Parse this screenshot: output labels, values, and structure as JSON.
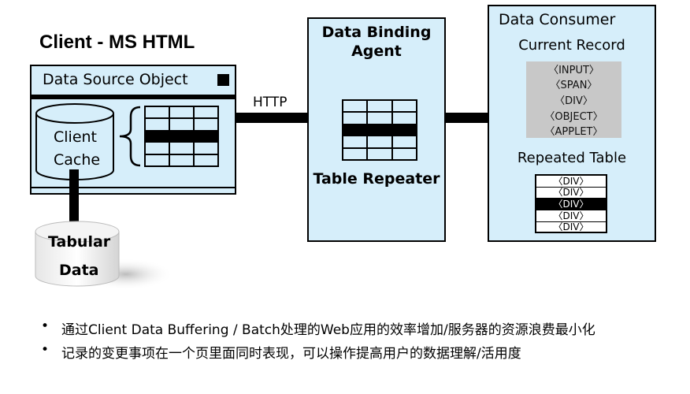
{
  "client_title": "Client  -  MS HTML",
  "dso": {
    "title": "Data Source Object"
  },
  "client_cache": {
    "line1": "Client",
    "line2": "Cache"
  },
  "tabular_data": {
    "line1": "Tabular",
    "line2": "Data"
  },
  "http_label": "HTTP",
  "agent": {
    "line1": "Data Binding",
    "line2": "Agent",
    "repeater": "Table Repeater"
  },
  "consumer": {
    "title": "Data Consumer",
    "current_record": "Current Record",
    "current_tags": [
      "〈INPUT〉",
      "〈SPAN〉",
      "〈DIV〉",
      "〈OBJECT〉",
      "〈APPLET〉"
    ],
    "repeated_table": "Repeated Table",
    "repeated_tags": [
      "〈DIV〉",
      "〈DIV〉",
      "〈DIV〉",
      "〈DIV〉",
      "〈DIV〉"
    ]
  },
  "bullets": [
    "通过Client Data Buffering / Batch处理的Web应用的效率增加/服务器的资源浪费最小化",
    "记录的变更事项在一个页里面同时表现，可以操作提高用户的数据理解/活用度"
  ]
}
